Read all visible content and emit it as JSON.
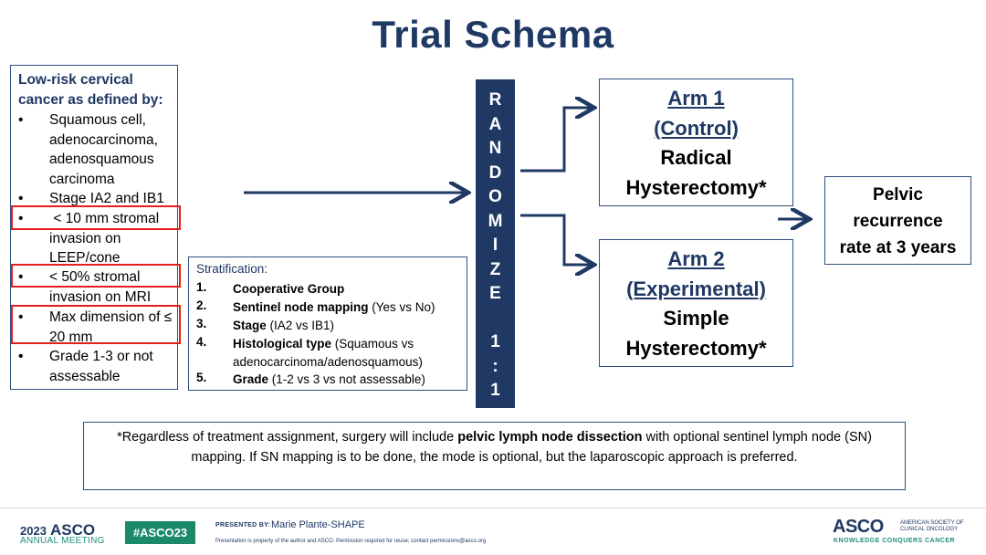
{
  "title": "Trial Schema",
  "eligibility": {
    "heading": "Low-risk cervical cancer as defined by:",
    "bullet_glyph": "•",
    "items": [
      "Squamous cell, adenocarcinoma, adenosquamous carcinoma",
      "Stage IA2 and IB1",
      " < 10 mm stromal invasion on LEEP/cone",
      "< 50% stromal invasion on MRI",
      "Max dimension of ≤ 20 mm",
      "Grade 1-3 or not assessable"
    ]
  },
  "stratification": {
    "heading": "Stratification:",
    "items": [
      {
        "num": "1.",
        "bold": "Cooperative Group",
        "rest": ""
      },
      {
        "num": "2.",
        "bold": "Sentinel node mapping",
        "rest": " (Yes vs No)"
      },
      {
        "num": "3.",
        "bold": "Stage",
        "rest": " (IA2 vs IB1)"
      },
      {
        "num": "4.",
        "bold": "Histological type",
        "rest": " (Squamous vs adenocarcinoma/adenosquamous)"
      },
      {
        "num": "5.",
        "bold": "Grade",
        "rest": " (1-2 vs 3 vs not assessable)"
      }
    ]
  },
  "randomize_letters": [
    "R",
    "A",
    "N",
    "D",
    "O",
    "M",
    "I",
    "Z",
    "E",
    "",
    "1",
    ":",
    "1"
  ],
  "arm1": {
    "line1": "Arm 1",
    "line2": "(Control)",
    "line3": "Radical",
    "line4": "Hysterectomy*"
  },
  "arm2": {
    "line1": "Arm 2",
    "line2": "(Experimental)",
    "line3": "Simple",
    "line4": "Hysterectomy*"
  },
  "outcome": {
    "line1": "Pelvic",
    "line2": "recurrence",
    "line3": "rate at 3 years"
  },
  "note": {
    "part1": "*Regardless of treatment assignment, surgery will include ",
    "bold": "pelvic lymph node dissection",
    "part2": " with optional sentinel lymph node (SN) mapping. If SN mapping is to be done, the mode is optional, but the laparoscopic approach is preferred."
  },
  "footer": {
    "year": "2023",
    "asco_left": "ASCO",
    "annual_meeting": "ANNUAL MEETING",
    "hashtag": "#ASCO23",
    "presented_by": "PRESENTED BY:",
    "presenter": "Marie Plante-SHAPE",
    "disclaimer": "Presentation is property of the author and ASCO. Permission required for reuse; contact permissions@asco.org",
    "asco_right": "ASCO",
    "society": "AMERICAN SOCIETY OF CLINICAL ONCOLOGY",
    "tagline": "KNOWLEDGE CONQUERS CANCER"
  },
  "colors": {
    "navy": "#1f3864",
    "highlight_red": "#e0201c",
    "asco_green": "#1a8a6a"
  }
}
